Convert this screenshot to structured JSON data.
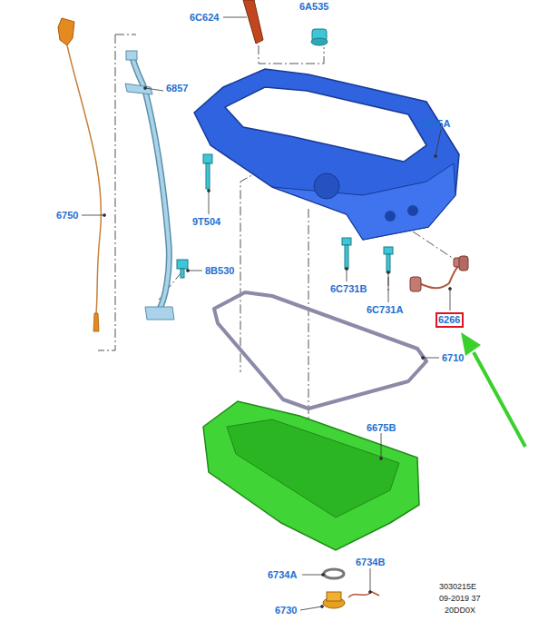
{
  "diagram": {
    "nodes": [
      {
        "text": [
          "6266"
        ]
      }
    ],
    "edges": [],
    "labels": [
      "6C624",
      "6A535",
      "6857",
      "6675A",
      "9T504",
      "6750",
      "8B530",
      "6C731B",
      "6C731A",
      "6710",
      "6675B",
      "6734A",
      "6734B",
      "6730",
      "3030215E",
      "09-2019 37",
      "20DD0X"
    ]
  }
}
